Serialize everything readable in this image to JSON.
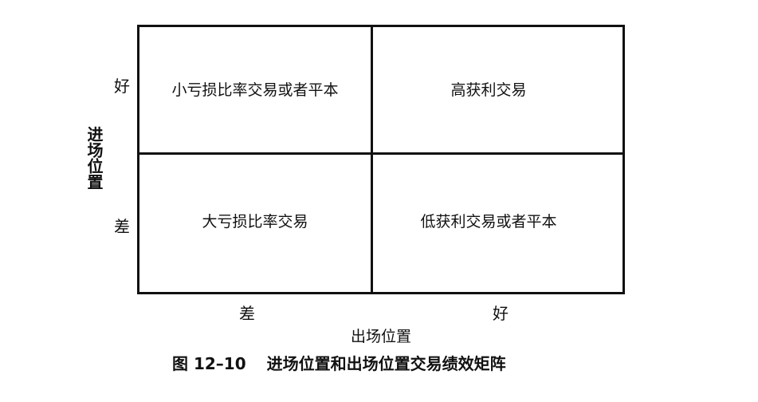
{
  "matrix": {
    "top_left": "小亏损比率交易或者平本",
    "top_right": "高获利交易",
    "bottom_left": "大亏损比率交易",
    "bottom_right": "低获利交易或者平本"
  },
  "y_axis": {
    "title": "进场位置",
    "ticks": [
      "好",
      "差"
    ]
  },
  "x_axis": {
    "title": "出场位置",
    "ticks": [
      "差",
      "好"
    ]
  },
  "caption": {
    "number": "图 12–10",
    "text": "进场位置和出场位置交易绩效矩阵"
  }
}
